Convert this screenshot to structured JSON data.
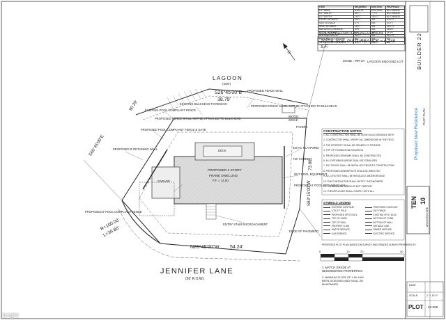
{
  "soil": {
    "heading": "SOIL CONSERVATION CALCULATION:",
    "value": "TOTAL SOIL DISTURBANCE = 6,248 S.F."
  },
  "zone": "ZONE : RR-2A",
  "lot_type": "LAGOON END END LOT",
  "zone_table": {
    "headers": [
      "ITEM",
      "REQUIRED",
      "EXISTING",
      "PROPOSED"
    ],
    "rows": [
      [
        "LOT AREA",
        "6,000 SF",
        "EXISTING",
        "NO CHANGE"
      ],
      [
        "LOT WIDTH",
        "50 FT",
        "77 FT",
        "NO CHANGE"
      ],
      [
        "LOT DEPTH",
        "75 FT",
        "100 FT",
        "NO CHANGE"
      ],
      [
        "FRONT SETBACK",
        "20 FT",
        "N/A",
        "20.0 FT"
      ],
      [
        "SIDE SETBACK",
        "6 FT",
        "N/A",
        "6.0 FT"
      ],
      [
        "REAR SETBACK",
        "25 FT",
        "N/A",
        "25.0 FT"
      ],
      [
        "BUILDING COVERAGE",
        "30%",
        "N/A",
        "28.6%"
      ],
      [
        "LOT COVERAGE",
        "50%",
        "N/A",
        "44.9%"
      ],
      [
        "BUILDING HEIGHT",
        "35 FT",
        "N/A",
        "32.0 FT"
      ],
      [
        "PRINCIPAL ACCESSORY",
        "N/A",
        "N/A",
        "N/A"
      ],
      [
        "IMPERVIOUS COVERAGE",
        "N/A",
        "N/A",
        "N/A"
      ]
    ]
  },
  "notes": {
    "title": "CONSTRUCTION NOTES:",
    "lines": [
      "1. ALL CONSTRUCTION SHALL BE DONE IN ACCORDANCE WITH",
      "2. CONTRACTOR SHALL VERIFY ALL DIMENSIONS IN THE FIELD",
      "3. THE PROPERTY SHALL BE GRADED TO PROVIDE",
      "4. TOP OF FOUNDATION ELEVATION",
      "5. PROPOSED DRIVEWAY SHALL BE CONSTRUCTED",
      "6. ALL DISTURBED AREAS SHALL BE STABILIZED",
      "7. SILT FENCE SHALL BE INSTALLED PRIOR TO CONSTRUCTION",
      "8. PROPOSED DOWNSPOUTS SHALL BE DIRECTED",
      "9. ALL UTILITIES SHALL BE INSTALLED UNDERGROUND",
      "10. THE CONTRACTOR SHALL NOTIFY THE ENGINEER",
      "11. THE BUILDING DESIGN IS NOT VERIFIED",
      "12. THE APPLICANT SHALL COMPLY WITH ALL"
    ]
  },
  "legend": {
    "title": "SYMBOLS LEGEND",
    "items": [
      "EXISTING CONTOUR",
      "PROPOSED CONTOUR",
      "UTILITY POLE",
      "SILT FENCE",
      "PROPOSED SPOT ELEV.",
      "EXISTING SPOT ELEV.",
      "TOP OF CURB",
      "BOTTOM OF CURB",
      "TOP OF WALL",
      "BOTTOM OF WALL",
      "PROPERTY LINE",
      "SETBACK LINE",
      "WATER SERVICE",
      "SEWER SERVICE",
      "GAS SERVICE",
      "ELECTRIC SERVICE"
    ]
  },
  "plan": {
    "lagoon": "LAGOON",
    "lagoon_width": "(100')",
    "bearing_top": "S26°45'00\"E",
    "dist_top": "38.79'",
    "bearing_left": "S66°45'00\"E",
    "dist_left": "90.39'",
    "bearing_right": "S63°15'00\"W",
    "dist_right": "73.80'",
    "bearing_bottom": "N26°45'00\"W",
    "dist_bottom": "54.24'",
    "curve_r": "R=100.00'",
    "curve_l": "L=36.80'",
    "street": "JENNIFER LANE",
    "row": "(50' R.O.W.)",
    "wood_dock": "WOOD DOCK",
    "dwelling_title": "PROPOSED 2 STORY",
    "dwelling_sub": "FRAME DWELLING",
    "dwelling_ff": "F.F. = 14.00",
    "garage": "GARAGE",
    "deck": "DECK",
    "callouts": [
      "EXISTING BULKHEAD TO REMAIN",
      "EXISTING POOL COMPLIANT FENCE",
      "PROPOSED FENCE WALL",
      "PROPOSED FENCE SHALL NOT BE ATTACHED TO BULKHEAD",
      "PROPOSED POOL COMPLIANT FENCE & GATE",
      "PROPOSED 8' RETAINING WALL",
      "PROPOSED FENCE SHALL NOT BE ATTACHED TO BULKHEAD",
      "4x6 AC PLATFORM",
      "7x8' CHIMNEY",
      "PAVERS",
      "PROPOSED 6' POOL RETAINING WALL",
      "OUT POOL EQUIPMENT",
      "ENTRY STAIR ENCROACHMENT",
      "EDGE OF PAVEMENT",
      "PROPOSED 6' POOL COMPLIANT FENCE"
    ]
  },
  "footnote": "PROPOSED PLOT PLAN BASED ON SURVEY AND GRADES SURVEY PREPARED BY",
  "match_note": "1. MATCH GRADE AT NEIGHBORING PROPERTIES.",
  "min_slope_note": "2. MINIMUM SLOPE OF 1.5% HAS BEEN DESIGNED AND SHALL BE MAINTAINED.",
  "scale": {
    "marks": [
      "0",
      "10",
      "20",
      "40"
    ]
  },
  "title_block": {
    "builder": "BUILDER 22",
    "project": "Proposed New Residence",
    "sheet_type": "PLOT PLAN",
    "logo_top": "TEN",
    "logo_bottom": "10",
    "logo_tag": "ARCHITECTURE",
    "sheet": "PLOT",
    "sheet_no": "24-005",
    "date_label": "DATE",
    "scale_label": "SCALE",
    "scale_value": "1\" = 10'-0\""
  },
  "watermark": "bright"
}
